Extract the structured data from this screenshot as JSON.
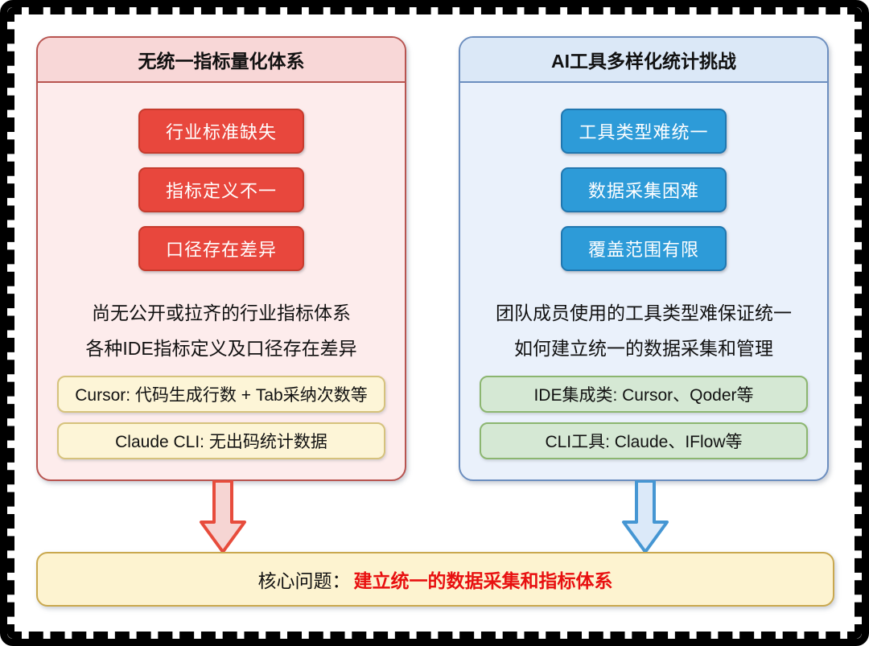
{
  "left_panel": {
    "title": "无统一指标量化体系",
    "buttons": [
      "行业标准缺失",
      "指标定义不一",
      "口径存在差异"
    ],
    "description_lines": [
      "尚无公开或拉齐的行业指标体系",
      "各种IDE指标定义及口径存在差异"
    ],
    "detail_boxes": [
      "Cursor: 代码生成行数 + Tab采纳次数等",
      "Claude CLI: 无出码统计数据"
    ]
  },
  "right_panel": {
    "title": "AI工具多样化统计挑战",
    "buttons": [
      "工具类型难统一",
      "数据采集困难",
      "覆盖范围有限"
    ],
    "description_lines": [
      "团队成员使用的工具类型难保证统一",
      "如何建立统一的数据采集和管理"
    ],
    "detail_boxes": [
      "IDE集成类: Cursor、Qoder等",
      "CLI工具: Claude、IFlow等"
    ]
  },
  "conclusion": {
    "prefix": "核心问题：",
    "highlight": "建立统一的数据采集和指标体系"
  },
  "colors": {
    "left_accent": "#b85450",
    "left_header_bg": "#f8d7d7",
    "left_body_bg": "#fdecec",
    "red_button_bg": "#e8473d",
    "red_button_border": "#c73b2d",
    "right_accent": "#6c8ebf",
    "right_header_bg": "#dbe8f7",
    "right_body_bg": "#eaf1fb",
    "blue_button_bg": "#2d9bd8",
    "blue_button_border": "#2077b0",
    "yellow_box_bg": "#fdf5d7",
    "yellow_box_border": "#d6c27c",
    "green_box_bg": "#d5e8d4",
    "green_box_border": "#8cb670",
    "bottom_bar_bg": "#fdf3d0",
    "bottom_bar_border": "#c9a84e",
    "highlight_red": "#e81010",
    "red_arrow_fill": "#f6d5d3",
    "red_arrow_stroke": "#e74c3c",
    "blue_arrow_fill": "#dbe9f9",
    "blue_arrow_stroke": "#4596d3"
  }
}
